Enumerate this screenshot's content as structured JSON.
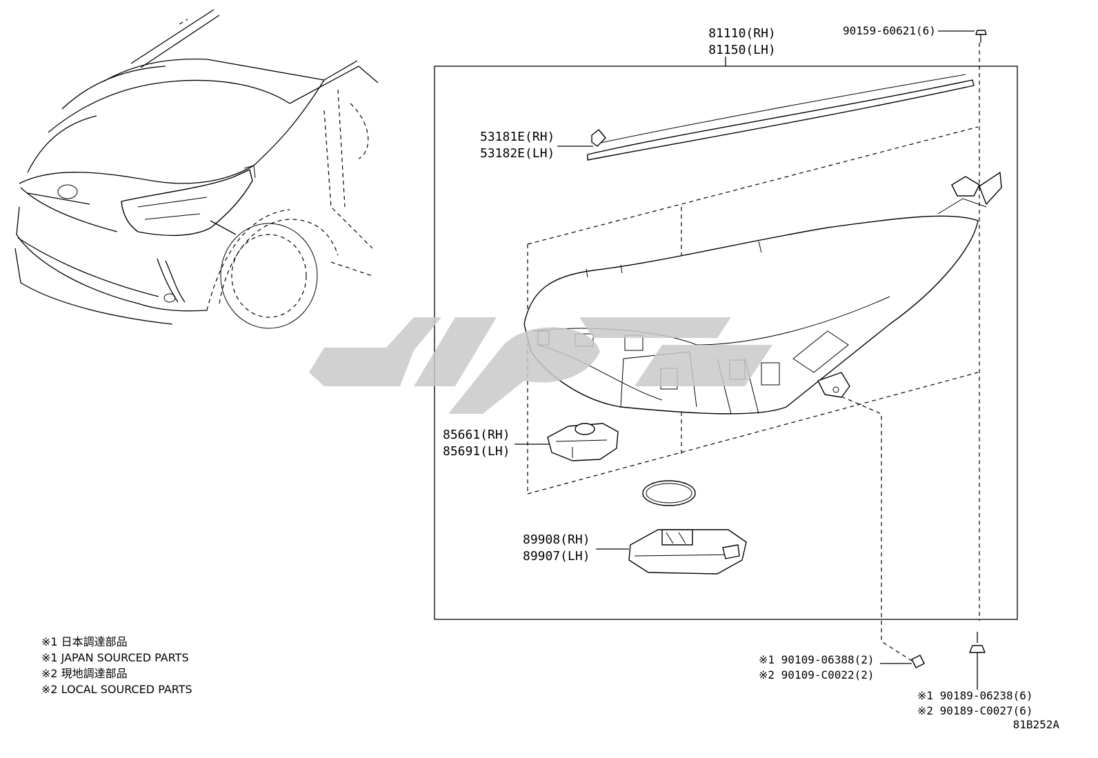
{
  "callouts": {
    "assembly_rh": "81110(RH)",
    "assembly_lh": "81150(LH)",
    "bolt_top": "90159-60621(6)",
    "cover_rh": "53181E(RH)",
    "cover_lh": "53182E(LH)",
    "socket_rh": "85661(RH)",
    "socket_lh": "85691(LH)",
    "ballast_rh": "89908(RH)",
    "ballast_lh": "89907(LH)",
    "screw_j": "※1 90109-06388(2)",
    "screw_l": "※2 90109-C0022(2)",
    "clip_j": "※1 90189-06238(6)",
    "clip_l": "※2 90189-C0027(6)"
  },
  "legend": {
    "line1": "※1 日本調達部品",
    "line2": "※1 JAPAN SOURCED PARTS",
    "line3": "※2 現地調達部品",
    "line4": "※2 LOCAL SOURCED PARTS"
  },
  "diagram_code": "81B252A"
}
